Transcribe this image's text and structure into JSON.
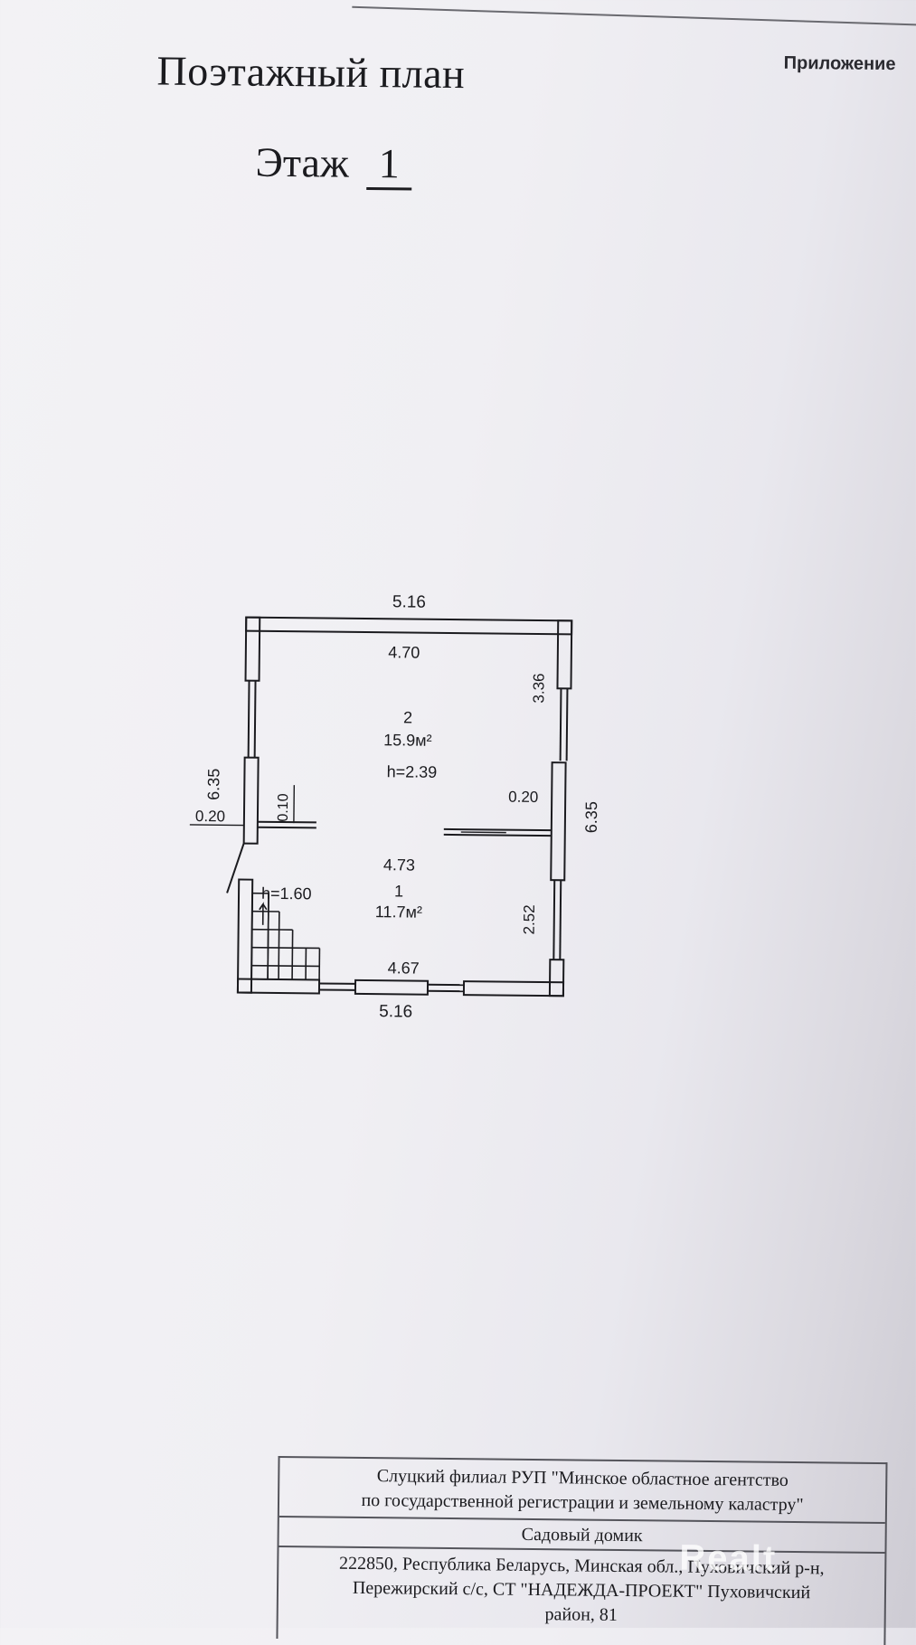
{
  "header": {
    "title": "Поэтажный план",
    "floor_label": "Этаж",
    "floor_number": "1",
    "appendix": "Приложение"
  },
  "plan": {
    "dims": {
      "outer_top": "5.16",
      "inner_top": "4.70",
      "left_height": "6.35",
      "right_height": "6.35",
      "right_upper": "3.36",
      "right_lower": "2.52",
      "partition": "4.73",
      "inner_bottom": "4.67",
      "outer_bottom": "5.16",
      "left_wall": "0.20",
      "right_wall": "0.20",
      "partition_thickness": "0.10"
    },
    "rooms": [
      {
        "number": "2",
        "area": "15.9м²",
        "height": "h=2.39"
      },
      {
        "number": "1",
        "area": "11.7м²"
      }
    ],
    "stair_height": "h=1.60"
  },
  "stamp": {
    "org_line1": "Слуцкий филиал РУП \"Минское областное агентство",
    "org_line2": "по государственной регистрации и земельному каластру\"",
    "object": "Садовый домик",
    "address_line1": "222850, Республика Беларусь, Минская обл., Пуховичский р-н,",
    "address_line2": "Пережирский с/с, СТ \"НАДЕЖДА-ПРОЕКТ\" Пуховичский",
    "address_line3": "район, 81"
  },
  "watermark": "Realt"
}
